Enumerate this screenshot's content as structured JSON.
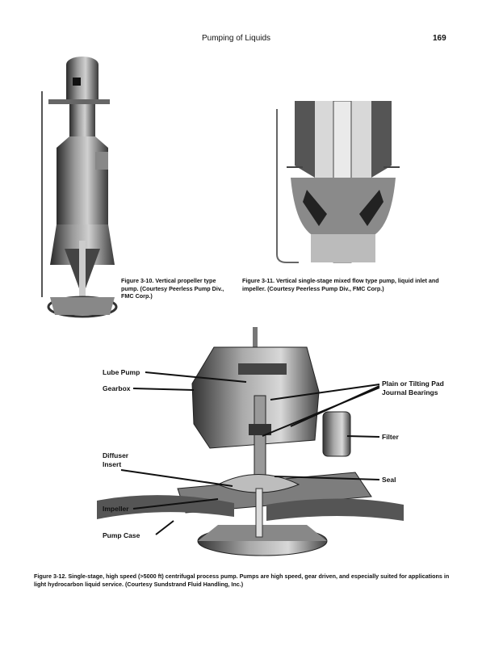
{
  "header": {
    "title": "Pumping of Liquids",
    "page_number": "169"
  },
  "figures": [
    {
      "label": "Figure 3-10.",
      "caption": "Vertical propeller type pump. (Courtesy Peerless Pump Div., FMC Corp.)"
    },
    {
      "label": "Figure 3-11.",
      "caption": "Vertical single-stage mixed flow type pump, liquid inlet and impeller. (Courtesy Peerless Pump Div., FMC Corp.)"
    },
    {
      "label": "Figure 3-12.",
      "caption": "Single-stage, high speed (>5000 ft) centrifugal process pump. Pumps are high speed, gear driven, and especially suited for applications in light hydrocarbon liquid service. (Courtesy Sundstrand Fluid Handling, Inc.)"
    }
  ],
  "callouts": {
    "lube_pump": "Lube Pump",
    "gearbox": "Gearbox",
    "journal_bearings_1": "Plain or Tilting Pad",
    "journal_bearings_2": "Journal Bearings",
    "filter": "Filter",
    "diffuser_1": "Diffuser",
    "diffuser_2": "Insert",
    "seal": "Seal",
    "impeller": "Impeller",
    "pump_case": "Pump Case"
  }
}
